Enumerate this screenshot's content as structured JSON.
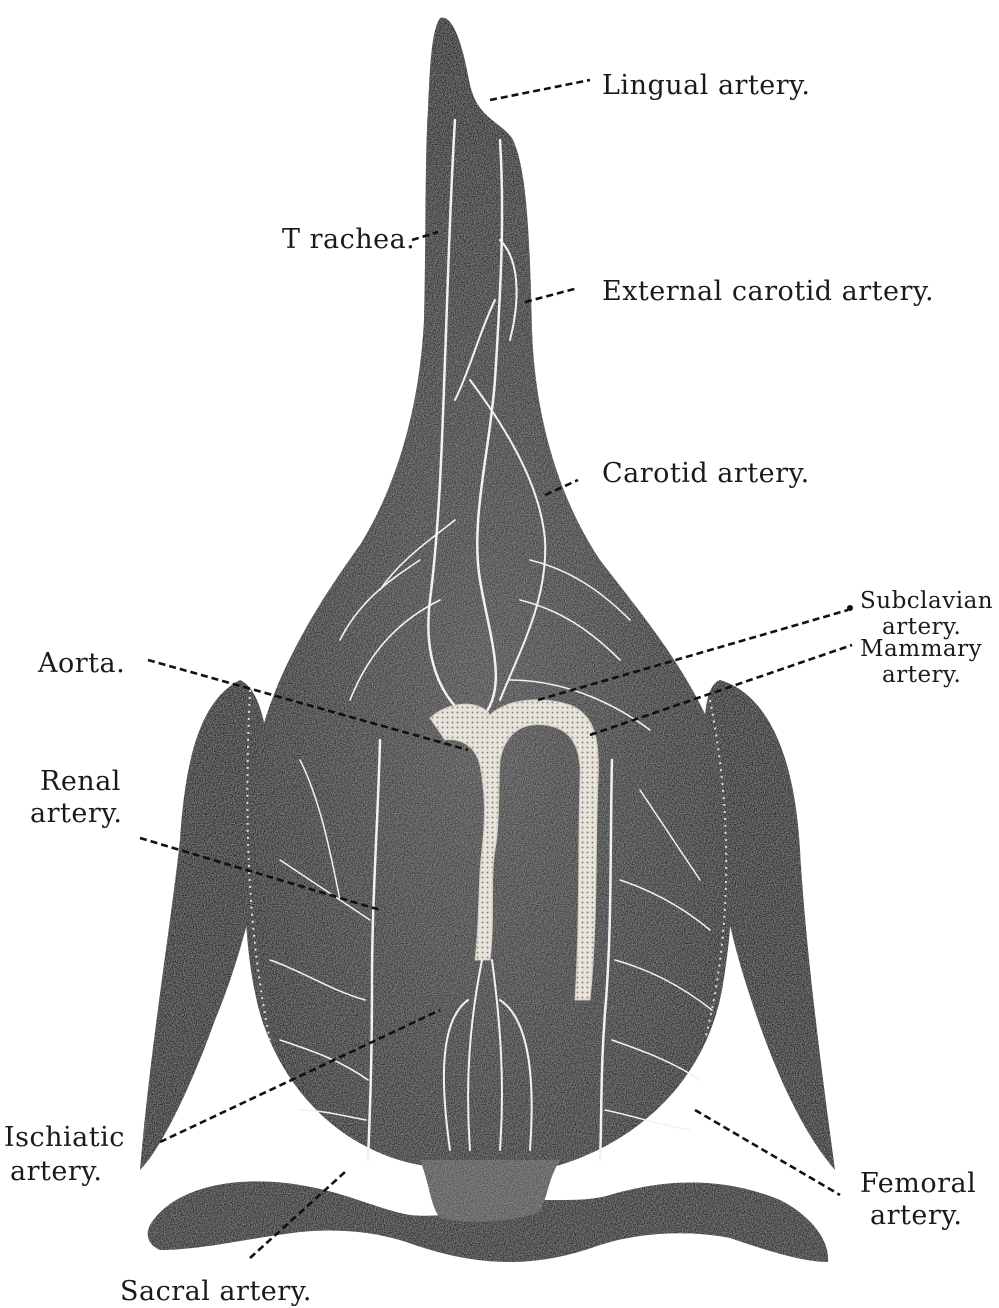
{
  "labels": {
    "lingual": "Lingual artery.",
    "trachea": "T rachea.",
    "external_carotid": "External carotid artery.",
    "carotid": "Carotid artery.",
    "subclavian_line1": "Subclavian",
    "subclavian_line2": "artery.",
    "mammary_line1": "Mammary",
    "mammary_line2": "artery.",
    "aorta": "Aorta.",
    "renal_line1": "Renal",
    "renal_line2": "artery.",
    "ischiatic_line1": "Ischiatic",
    "ischiatic_line2": "artery.",
    "femoral_line1": "Femoral",
    "femoral_line2": "artery.",
    "sacral": "Sacral artery."
  },
  "colors": {
    "body": "#3c3c3c",
    "body_dark": "#262626",
    "vessel": "#f4f1ec",
    "aorta_fill": "#d9d4cc",
    "text": "#1a1a1a"
  }
}
